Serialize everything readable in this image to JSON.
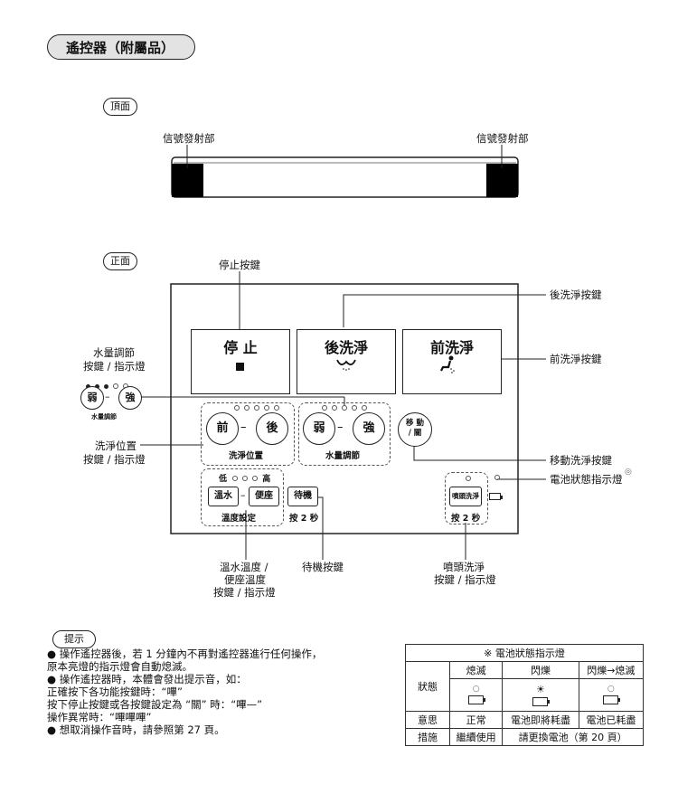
{
  "header": {
    "title": "遙控器（附屬品）"
  },
  "top_view": {
    "label": "頂面",
    "signal_left": "信號發射部",
    "signal_right": "信號發射部"
  },
  "front_view": {
    "label": "正面",
    "stop_key": "停止按鍵",
    "rear_wash_key": "後洗淨按鍵",
    "front_wash_key": "前洗淨按鍵",
    "water_adjust_line1": "水量調節",
    "water_adjust_line2": "按鍵 / 指示燈",
    "wash_pos_line1": "洗淨位置",
    "wash_pos_line2": "按鍵 / 指示燈",
    "move_wash_key": "移動洗淨按鍵",
    "battery_indicator": "電池狀態指示燈",
    "temp_line1": "溫水溫度 /",
    "temp_line2": "便座溫度",
    "temp_line3": "按鍵 / 指示燈",
    "standby_key": "待機按鍵",
    "nozzle_line1": "噴頭洗淨",
    "nozzle_line2": "按鍵 / 指示燈"
  },
  "remote": {
    "stop": "停 止",
    "rear": "後洗淨",
    "front": "前洗淨",
    "weak": "弱",
    "strong": "強",
    "water_label": "水量調節",
    "fwd": "前",
    "back": "後",
    "wash_pos": "洗淨位置",
    "water_label2": "水量調節",
    "move_line1": "移 動",
    "move_line2": "/ 關",
    "low": "低",
    "high": "高",
    "warm_water": "溫水",
    "seat": "便座",
    "temp_setting": "溫度設定",
    "standby": "待機",
    "press2": "按 2 秒",
    "nozzle": "噴頭洗淨",
    "press2b": "按 2 秒"
  },
  "tips": {
    "label": "提示",
    "lines": [
      "● 操作遙控器後，若 1 分鐘內不再對遙控器進行任何操作，",
      "   原本亮燈的指示燈會自動熄滅。",
      "● 操作遙控器時，本體會發出提示音，如：",
      "   正確按下各功能按鍵時：“嗶”",
      "   按下停止按鍵或各按鍵設定為 “關” 時：“嗶—”",
      "   操作異常時：“嗶嗶嗶”",
      "● 想取消操作音時，請參照第 27 頁。"
    ]
  },
  "battery_table": {
    "title": "※ 電池狀態指示燈",
    "col1": "熄滅",
    "col2": "閃爍",
    "col3": "閃爍→熄滅",
    "row_state": "狀態",
    "row_meaning": "意思",
    "row_action": "措施",
    "m1": "正常",
    "m2": "電池即將耗盡",
    "m3": "電池已耗盡",
    "a1": "繼續使用",
    "a2": "請更換電池（第 20 頁）"
  }
}
